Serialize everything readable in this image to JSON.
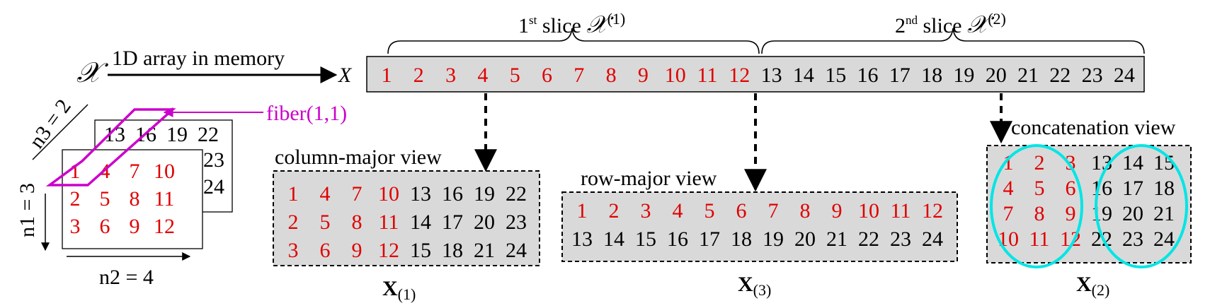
{
  "colors": {
    "red": "#e00000",
    "black": "#000000",
    "gray_fill": "#d9d9d9",
    "fiber": "#cc00cc",
    "ellipse": "#00e5e5"
  },
  "tensor_symbol": "𝒳",
  "arrow_label": "1D array in memory",
  "array_symbol": "X",
  "array": [
    "1",
    "2",
    "3",
    "4",
    "5",
    "6",
    "7",
    "8",
    "9",
    "10",
    "11",
    "12",
    "13",
    "14",
    "15",
    "16",
    "17",
    "18",
    "19",
    "20",
    "21",
    "22",
    "23",
    "24"
  ],
  "slice1": {
    "prefix": "1",
    "sup": "st",
    "text": " slice ",
    "symbol": "𝒳",
    "index": "(1)"
  },
  "slice2": {
    "prefix": "2",
    "sup": "nd",
    "text": " slice ",
    "symbol": "𝒳",
    "index": "(2)"
  },
  "cube": {
    "front": [
      [
        "1",
        "4",
        "7",
        "10"
      ],
      [
        "2",
        "5",
        "8",
        "11"
      ],
      [
        "3",
        "6",
        "9",
        "12"
      ]
    ],
    "back_top_row": [
      "13",
      "16",
      "19",
      "22"
    ],
    "back_right_col": [
      "23",
      "24"
    ],
    "n1": "n1 = 3",
    "n2": "n2 = 4",
    "n3": "n3 = 2",
    "fiber_label": "fiber(1,1)"
  },
  "views": {
    "column_major": {
      "title": "column-major view",
      "rows": [
        [
          "1",
          "4",
          "7",
          "10",
          "13",
          "16",
          "19",
          "22"
        ],
        [
          "2",
          "5",
          "8",
          "11",
          "14",
          "17",
          "20",
          "23"
        ],
        [
          "3",
          "6",
          "9",
          "12",
          "15",
          "18",
          "21",
          "24"
        ]
      ],
      "matrix": "X",
      "subscript": "(1)"
    },
    "row_major": {
      "title": "row-major view",
      "rows": [
        [
          "1",
          "2",
          "3",
          "4",
          "5",
          "6",
          "7",
          "8",
          "9",
          "10",
          "11",
          "12"
        ],
        [
          "13",
          "14",
          "15",
          "16",
          "17",
          "18",
          "19",
          "20",
          "21",
          "22",
          "23",
          "24"
        ]
      ],
      "matrix": "X",
      "subscript": "(3)"
    },
    "concatenation": {
      "title": "concatenation view",
      "rows": [
        [
          "1",
          "2",
          "3",
          "13",
          "14",
          "15"
        ],
        [
          "4",
          "5",
          "6",
          "16",
          "17",
          "18"
        ],
        [
          "7",
          "8",
          "9",
          "19",
          "20",
          "21"
        ],
        [
          "10",
          "11",
          "12",
          "22",
          "23",
          "24"
        ]
      ],
      "matrix": "X",
      "subscript": "(2)"
    }
  }
}
